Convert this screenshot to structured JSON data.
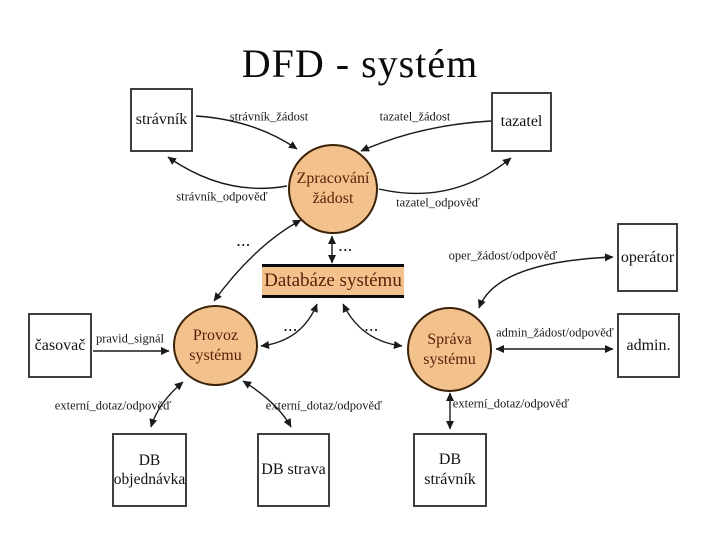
{
  "title": "DFD - systém",
  "colors": {
    "process_fill": "#F3C28C",
    "process_border": "#3B2208",
    "process_text": "#571F08",
    "entity_border": "#3F3F3F",
    "line": "#1A1A1A",
    "background": "#FFFFFF"
  },
  "entities": [
    {
      "label": "strávník"
    },
    {
      "label": "tazatel"
    },
    {
      "label": "operátor"
    },
    {
      "label": "admin."
    },
    {
      "label": "časovač"
    },
    {
      "label": "DB objednávka"
    },
    {
      "label": "DB strava"
    },
    {
      "label": "DB strávník"
    }
  ],
  "processes": [
    {
      "label": "Zpracování žádost"
    },
    {
      "label": "Provoz systému"
    },
    {
      "label": "Správa systému"
    }
  ],
  "datastore": {
    "label": "Databáze systému"
  },
  "flows": [
    {
      "label": "strávník_žádost",
      "from": "strávník",
      "to": "Zpracování žádost"
    },
    {
      "label": "tazatel_žádost",
      "from": "tazatel",
      "to": "Zpracování žádost"
    },
    {
      "label": "strávník_odpověď",
      "from": "Zpracování žádost",
      "to": "strávník"
    },
    {
      "label": "tazatel_odpověď",
      "from": "Zpracování žádost",
      "to": "tazatel"
    },
    {
      "label": "pravid_signál",
      "from": "časovač",
      "to": "Provoz systému"
    },
    {
      "label": "oper_žádost/odpověď",
      "from": "Správa systému",
      "to": "operátor"
    },
    {
      "label": "admin_žádost/odpověď",
      "from": "Správa systému",
      "to": "admin."
    },
    {
      "label": "externí_dotaz/odpověď",
      "from": "Provoz systému",
      "to": "DB objednávka"
    },
    {
      "label": "externí_dotaz/odpověď",
      "from": "Provoz systému",
      "to": "DB strava"
    },
    {
      "label": "externí_dotaz/odpověď",
      "from": "Správa systému",
      "to": "DB strávník"
    },
    {
      "label": "...",
      "from": "Zpracování žádost",
      "to": "Provoz systému"
    },
    {
      "label": "...",
      "from": "Zpracování žádost",
      "to": "Databáze systému"
    },
    {
      "label": "...",
      "from": "Provoz systému",
      "to": "Databáze systému"
    },
    {
      "label": "...",
      "from": "Správa systému",
      "to": "Databáze systému"
    }
  ]
}
